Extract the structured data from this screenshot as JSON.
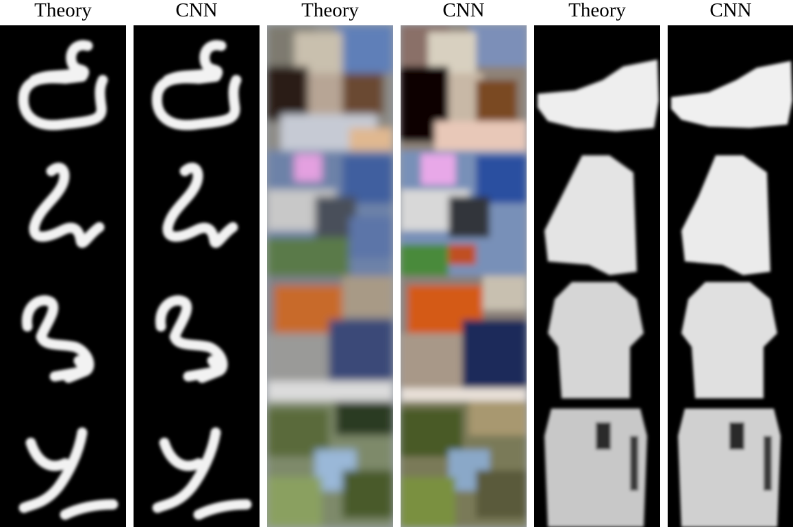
{
  "columns": [
    {
      "id": "mnist-theory",
      "label": "Theory"
    },
    {
      "id": "mnist-cnn",
      "label": "CNN"
    },
    {
      "id": "cifar-theory",
      "label": "Theory"
    },
    {
      "id": "cifar-cnn",
      "label": "CNN"
    },
    {
      "id": "fashion-theory",
      "label": "Theory"
    },
    {
      "id": "fashion-cnn",
      "label": "CNN"
    }
  ]
}
